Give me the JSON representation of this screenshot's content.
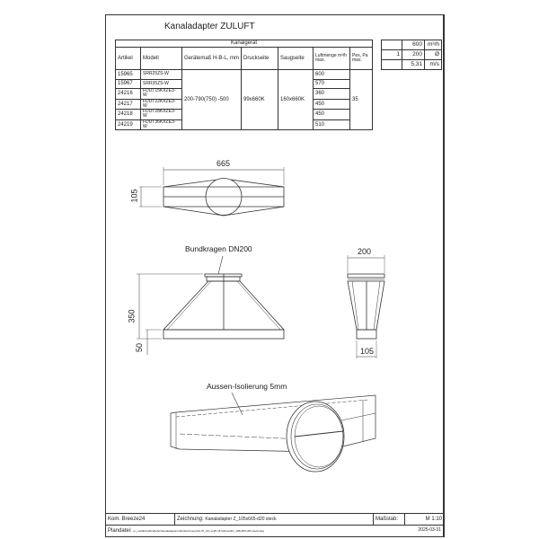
{
  "title": "Kanaladapter ZULUFT",
  "main_table": {
    "caption": "Kanalgerät",
    "headers": [
      "Artikel",
      "Modell",
      "Gerätemaß H-B-L, mm",
      "Druckseite",
      "Saugseite",
      "Luftmenge m³/h max.",
      "Pex, Pa max."
    ],
    "rows": [
      {
        "artikel": "15965",
        "modell": "SRR25ZS-W",
        "luftmenge": "600"
      },
      {
        "artikel": "15967",
        "modell": "SRR35ZS-W",
        "luftmenge": "570"
      },
      {
        "artikel": "24216",
        "modell": "FDUT15KXZE3-W",
        "luftmenge": "360"
      },
      {
        "artikel": "24217",
        "modell": "FDUT22KXZE3-W",
        "luftmenge": "450"
      },
      {
        "artikel": "24218",
        "modell": "FDUT28KXZE3-W",
        "luftmenge": "450"
      },
      {
        "artikel": "24219",
        "modell": "FDUT36KXZE3-W",
        "luftmenge": "510"
      }
    ],
    "geraetemass": "200-790(750) -500",
    "druckseite": "99x660K",
    "saugseite": "160x660K",
    "pex": "35"
  },
  "flow_table": [
    {
      "a": "",
      "value": "600",
      "unit": "m³/h"
    },
    {
      "a": "1",
      "value": "200",
      "unit": "Ø"
    },
    {
      "a": "",
      "value": "5,31",
      "unit": "m/s"
    }
  ],
  "drawing": {
    "top_width": "665",
    "top_height": "105",
    "collar_label": "Bundkragen  DN200",
    "front_height": "350",
    "front_base": "50",
    "side_top": "200",
    "side_bottom": "105",
    "insulation_label": "Aussen-Isolierung 5mm"
  },
  "title_block": {
    "kom": "Kom.  Breeze24",
    "zeichnung_label": "Zeichnung:",
    "zeichnung": "Kanaladapter   Z_105x665-d20 steck",
    "massstab_label": "Maßstab:",
    "massstab": "M 1:10",
    "plandatei_label": "Plandatei:",
    "plandatei": "q:\\_sw\\fkl\\mafi\\zubehör\\kanaladapter\\mfbuboh heavy\\20-70_mfn sn25-35 luft\\zuluft\\z_105x665-d20 steck.dwg",
    "date": "2025-03-31"
  }
}
